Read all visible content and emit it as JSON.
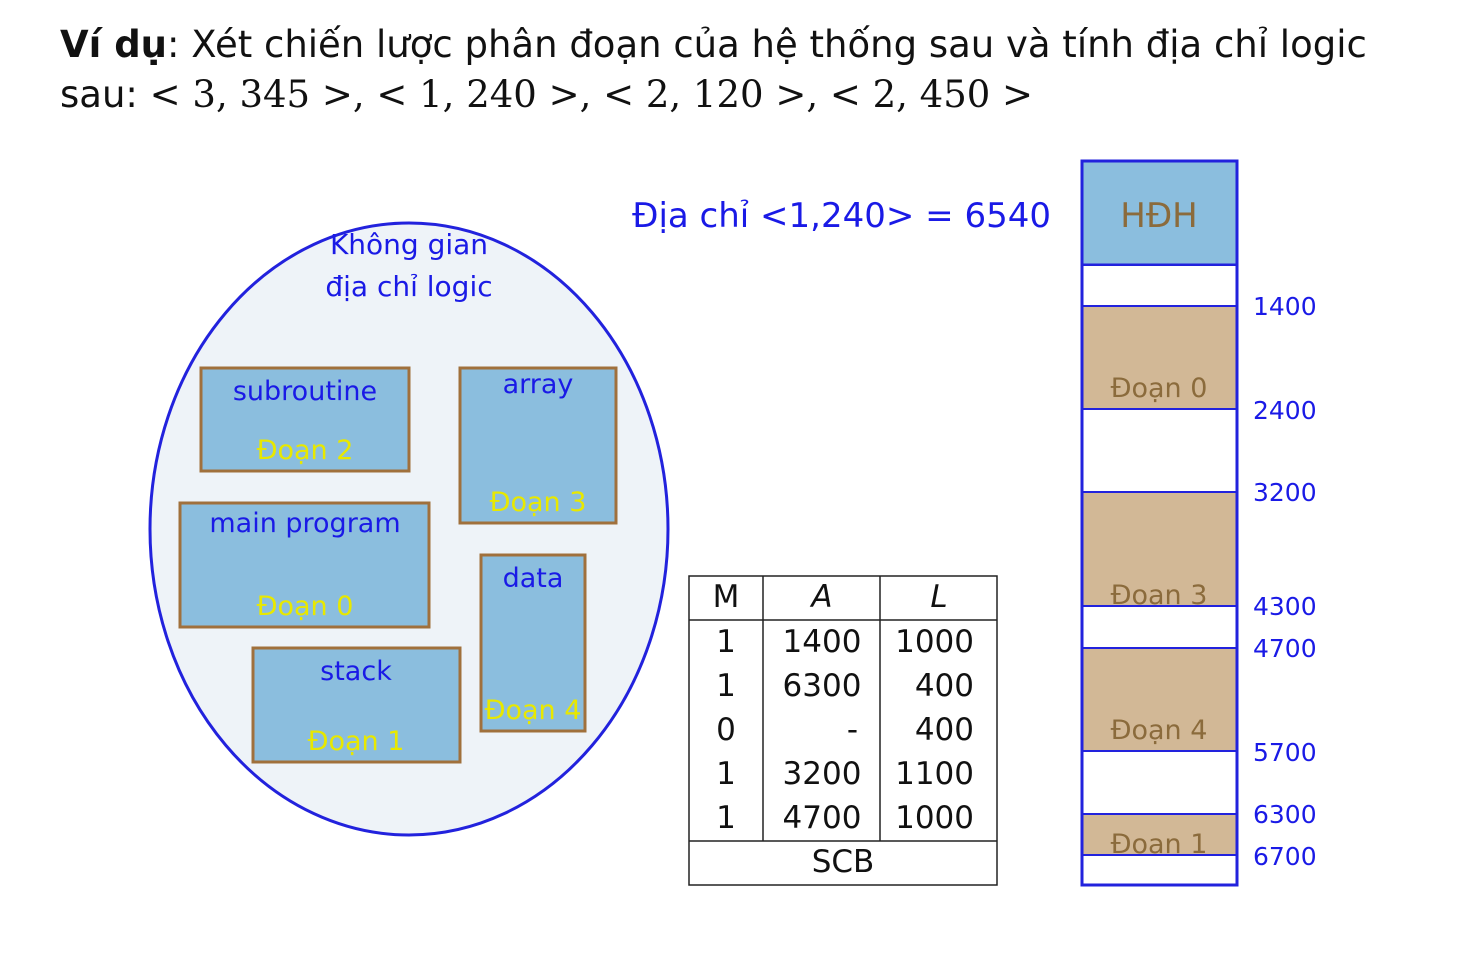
{
  "heading": {
    "label_bold": "Ví dụ",
    "text_line1": ": Xét chiến lược phân đoạn của hệ thống sau và tính địa chỉ logic",
    "text_line2_prefix": "sau: ",
    "addresses": "< 3, 345 >, < 1, 240 >, < 2, 120 >, < 2, 450 >"
  },
  "logical_space": {
    "title_line1": "Không gian",
    "title_line2": "địa chỉ logic",
    "segments": [
      {
        "name": "subroutine",
        "label": "Đoạn 2"
      },
      {
        "name": "array",
        "label": "Đoạn 3"
      },
      {
        "name": "main program",
        "label": "Đoạn 0"
      },
      {
        "name": "data",
        "label": "Đoạn 4"
      },
      {
        "name": "stack",
        "label": "Đoạn 1"
      }
    ]
  },
  "address_result": "Địa chỉ <1,240> = 6540",
  "scb": {
    "headers": [
      "M",
      "A",
      "L"
    ],
    "rows": [
      [
        "1",
        "1400",
        "1000"
      ],
      [
        "1",
        "6300",
        "400"
      ],
      [
        "0",
        "-",
        "400"
      ],
      [
        "1",
        "3200",
        "1100"
      ],
      [
        "1",
        "4700",
        "1000"
      ]
    ],
    "caption": "SCB"
  },
  "memory": {
    "os_label": "HĐH",
    "segment_labels": [
      "Đoạn 0",
      "Đoạn 3",
      "Đoạn 4",
      "Đoạn 1"
    ],
    "addresses": [
      "1400",
      "2400",
      "3200",
      "4300",
      "4700",
      "5700",
      "6300",
      "6700"
    ]
  },
  "colors": {
    "blue_text": "#1a1ae6",
    "yellow_text": "#e8e800",
    "segment_fill": "#8bbede",
    "segment_border": "#a0703c",
    "ellipse_fill": "#eef3f8",
    "ellipse_border": "#2222dd",
    "memory_fill": "#d2b896",
    "memory_label": "#8b6b3c"
  }
}
